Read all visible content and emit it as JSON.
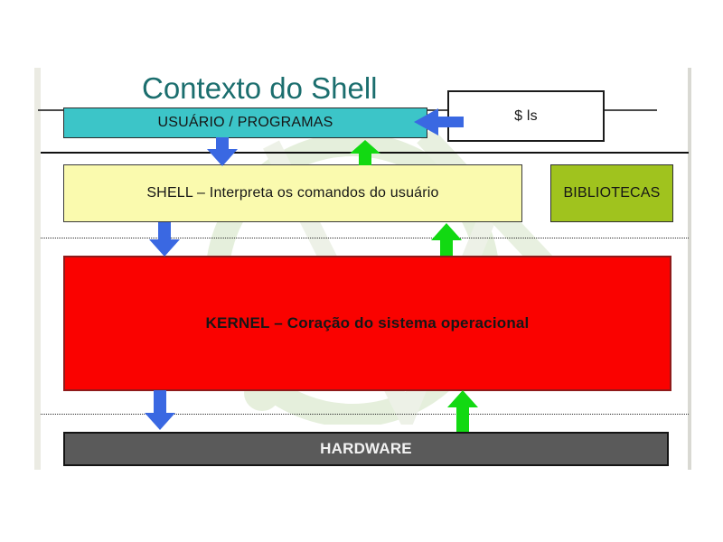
{
  "slide": {
    "title": "Contexto do Shell",
    "boxes": {
      "user": "USUÁRIO / PROGRAMAS",
      "command": "$ ls",
      "shell": "SHELL – Interpreta os comandos do usuário",
      "libraries": "BIBLIOTECAS",
      "kernel": "KERNEL – Coração do sistema operacional",
      "hardware": "HARDWARE"
    },
    "colors": {
      "title": "#1b6e6e",
      "user_box": "#3cc5c8",
      "command_box": "#ffffff",
      "shell_box": "#fafaae",
      "libraries_box": "#a0c31e",
      "kernel_box": "#fa0200",
      "hardware_box": "#5a5a5a",
      "arrow_blue": "#3a68e2",
      "arrow_green": "#12d912"
    }
  }
}
